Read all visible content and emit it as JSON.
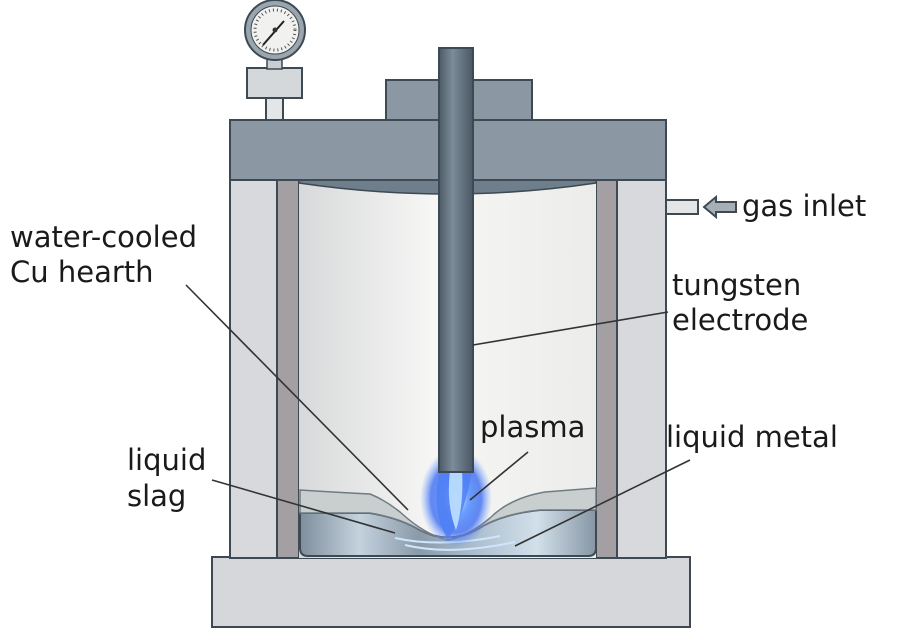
{
  "labels": {
    "gas_inlet": "gas inlet",
    "hearth_line1": "water-cooled",
    "hearth_line2": "Cu hearth",
    "electrode_line1": "tungsten",
    "electrode_line2": "electrode",
    "plasma": "plasma",
    "slag_line1": "liquid",
    "slag_line2": "slag",
    "metal": "liquid metal"
  },
  "colors": {
    "lid": "#8b98a3",
    "wall": "#d7d9dc",
    "liner": "#a39fa3",
    "electrode": "#5d6c7a",
    "plasma": "#3d7cf5",
    "outline": "#3d4953"
  }
}
